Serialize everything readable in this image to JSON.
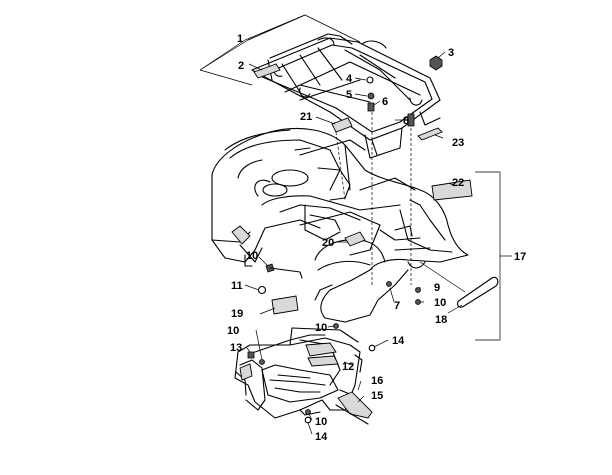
{
  "callouts": {
    "c1": "1",
    "c2": "2",
    "c3": "3",
    "c4": "4",
    "c5": "5",
    "c6": "6",
    "c8": "8",
    "c23": "23",
    "c21": "21",
    "c22": "22",
    "c17": "17",
    "c20": "20",
    "c10a": "10",
    "c11": "11",
    "c7": "7",
    "c9": "9",
    "c10b": "10",
    "c18": "18",
    "c19": "19",
    "c10c": "10",
    "c10d": "10",
    "c14a": "14",
    "c13": "13",
    "c12": "12",
    "c16": "16",
    "c15": "15",
    "c10e": "10",
    "c14b": "14"
  }
}
